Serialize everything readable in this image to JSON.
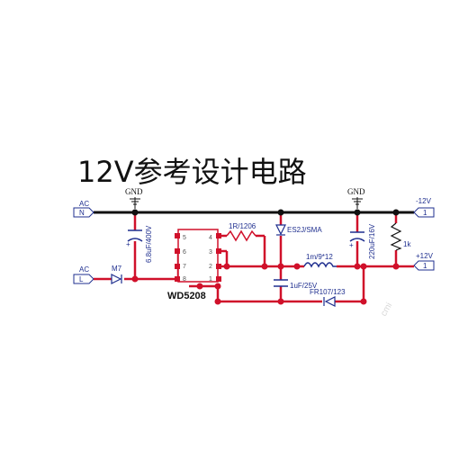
{
  "title": "12V参考设计电路",
  "colors": {
    "trace": "#d0102a",
    "bus": "#111111",
    "label": "#1f2f8f",
    "node": "#d0102a"
  },
  "ports": {
    "ac_n": {
      "label": "AC",
      "pin": "N"
    },
    "ac_l": {
      "label": "AC",
      "pin": "L"
    },
    "out_neg": {
      "label": "-12V",
      "pin": "1"
    },
    "out_pos": {
      "label": "+12V",
      "pin": "1"
    }
  },
  "ground_labels": [
    "GND",
    "GND"
  ],
  "chip": {
    "name": "WD5208",
    "pins_left": [
      "5",
      "6",
      "7",
      "8"
    ],
    "pins_right": [
      "4",
      "3",
      "2",
      "1"
    ]
  },
  "components": {
    "rectifier": "M7",
    "input_cap": "6.8uF/400V",
    "resistor_sense": "1R/1206",
    "diode_fast": "ES2J/SMA",
    "inductor": "1m/9*12",
    "output_cap": "220uF/16V",
    "load_resistor": "1k",
    "feedback_cap": "1uF/25V",
    "feedback_diode": "FR107/123"
  },
  "watermark": "cmi"
}
